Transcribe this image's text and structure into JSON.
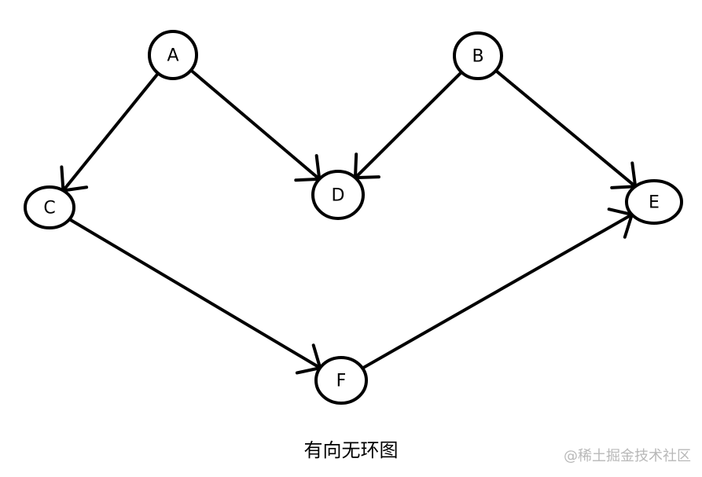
{
  "diagram": {
    "nodes": [
      {
        "id": "A",
        "label": "A"
      },
      {
        "id": "B",
        "label": "B"
      },
      {
        "id": "C",
        "label": "C"
      },
      {
        "id": "D",
        "label": "D"
      },
      {
        "id": "E",
        "label": "E"
      },
      {
        "id": "F",
        "label": "F"
      }
    ],
    "edges": [
      {
        "from": "A",
        "to": "C"
      },
      {
        "from": "A",
        "to": "D"
      },
      {
        "from": "B",
        "to": "D"
      },
      {
        "from": "B",
        "to": "E"
      },
      {
        "from": "C",
        "to": "F"
      },
      {
        "from": "F",
        "to": "E"
      }
    ],
    "stroke_color": "#000000"
  },
  "caption": "有向无环图",
  "watermark": "@稀土掘金技术社区"
}
